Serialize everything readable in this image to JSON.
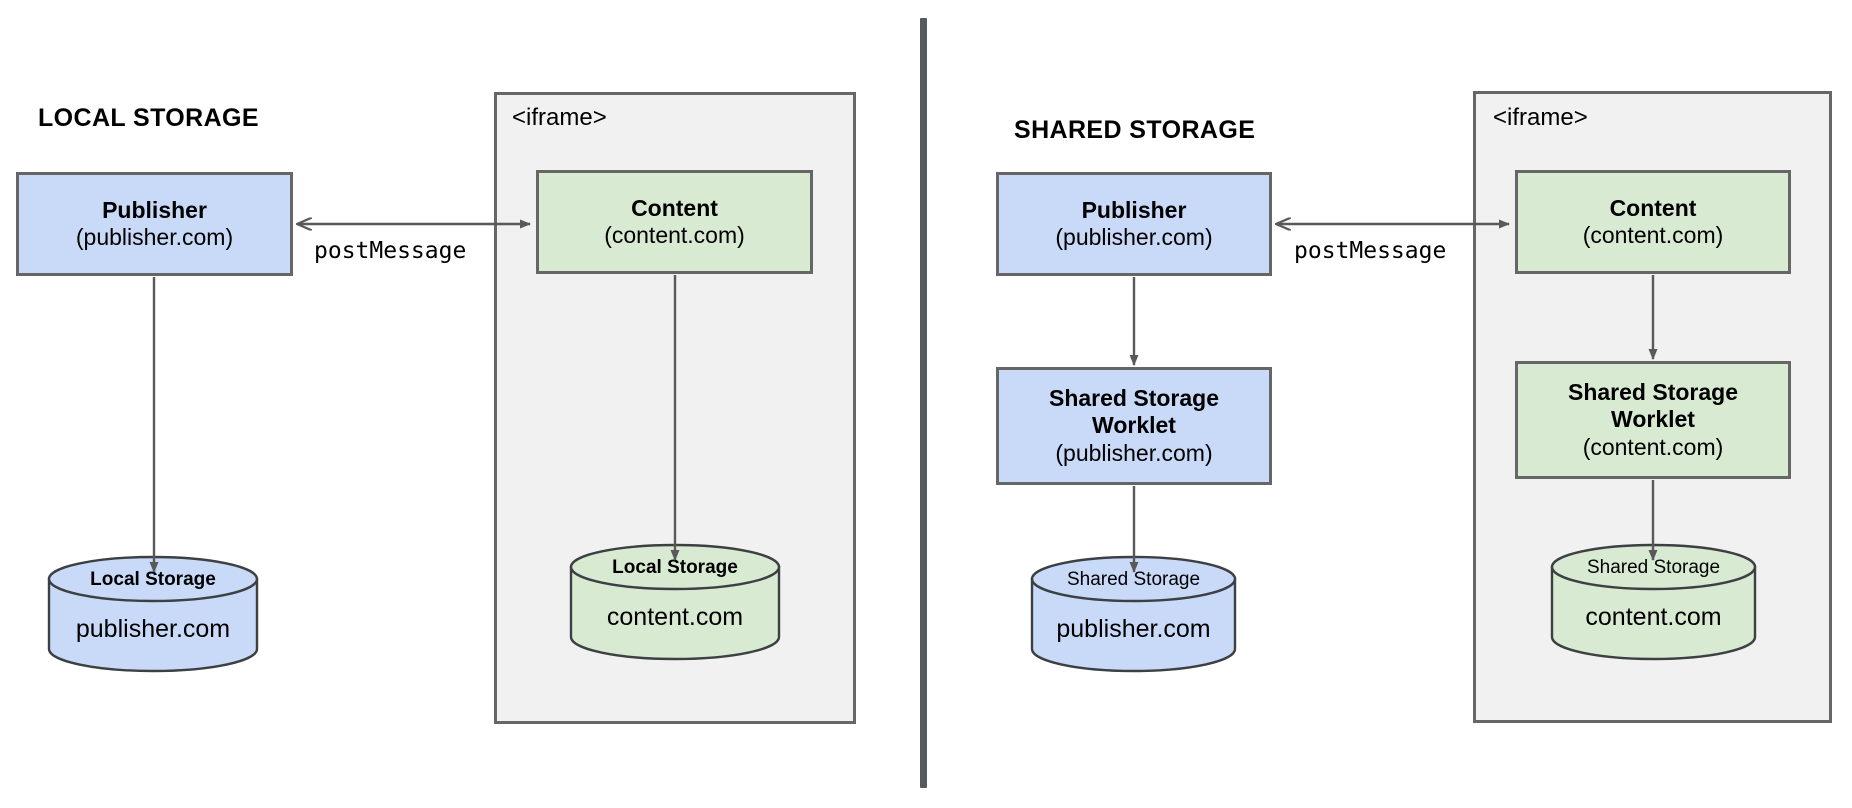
{
  "diagram": {
    "title": "Local Storage vs Shared Storage comparison",
    "colors": {
      "publisher_fill": "#c9daf8",
      "content_fill": "#d9ead3",
      "iframe_fill": "#f1f1f1",
      "stroke": "#666666",
      "divider": "#555a5c",
      "background": "#ffffff"
    }
  },
  "left": {
    "heading": "LOCAL STORAGE",
    "iframe_label": "<iframe>",
    "edge_label": "postMessage",
    "publisher": {
      "title": "Publisher",
      "origin": "(publisher.com)"
    },
    "content": {
      "title": "Content",
      "origin": "(content.com)"
    },
    "publisher_store": {
      "label": "Local Storage",
      "origin": "publisher.com"
    },
    "content_store": {
      "label": "Local Storage",
      "origin": "content.com"
    }
  },
  "right": {
    "heading": "SHARED STORAGE",
    "iframe_label": "<iframe>",
    "edge_label": "postMessage",
    "publisher": {
      "title": "Publisher",
      "origin": "(publisher.com)"
    },
    "content": {
      "title": "Content",
      "origin": "(content.com)"
    },
    "publisher_worklet": {
      "title_line1": "Shared Storage",
      "title_line2": "Worklet",
      "origin": "(publisher.com)"
    },
    "content_worklet": {
      "title_line1": "Shared Storage",
      "title_line2": "Worklet",
      "origin": "(content.com)"
    },
    "publisher_store": {
      "label": "Shared Storage",
      "origin": "publisher.com"
    },
    "content_store": {
      "label": "Shared Storage",
      "origin": "content.com"
    }
  }
}
